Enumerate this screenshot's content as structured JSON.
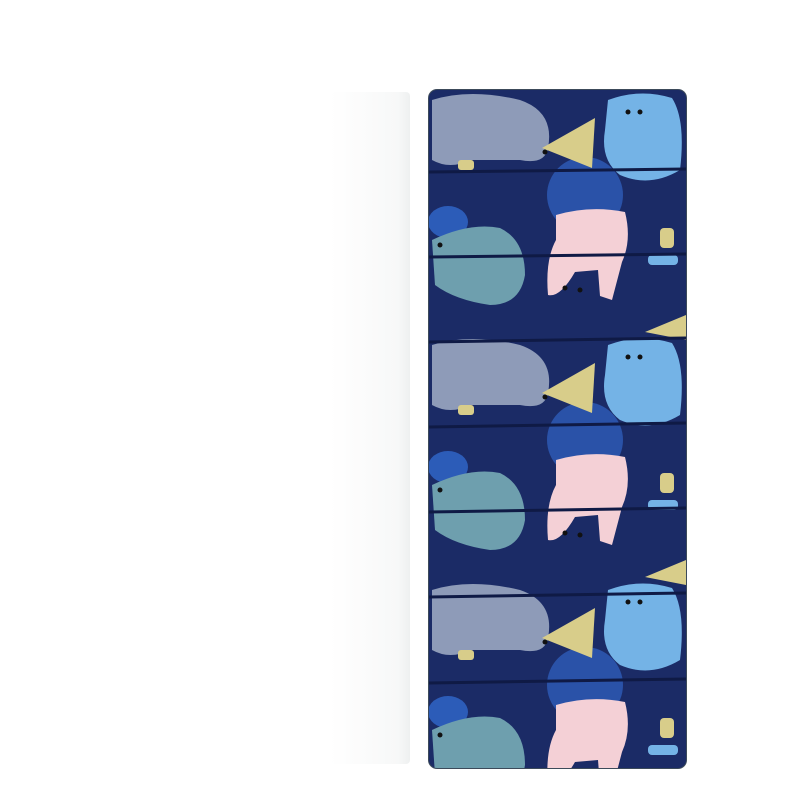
{
  "product": {
    "type": "folding yoga mat",
    "pattern": "bears",
    "colors": {
      "background": "#1b2b66",
      "grey_bear": "#8e9bb8",
      "blue_bear": "#74b3e6",
      "pink_bear": "#f4d0d6",
      "teal_bear": "#6e9fae",
      "cone": "#d8cd8a",
      "circle": "#2a52a8",
      "seam": "#0f1a45",
      "edge": "#3c4a5a"
    },
    "panel_count": 8
  }
}
